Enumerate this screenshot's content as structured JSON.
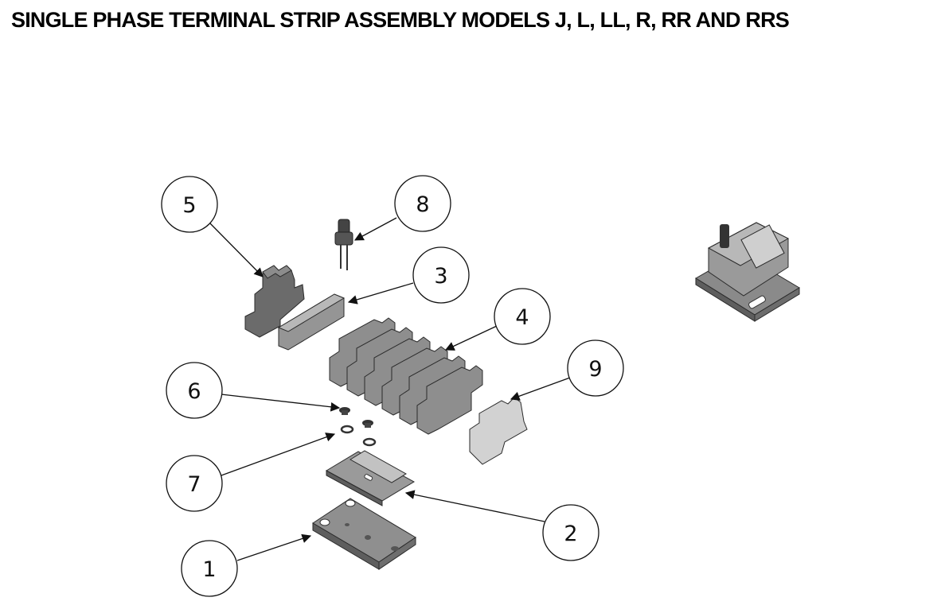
{
  "title": "SINGLE PHASE TERMINAL STRIP ASSEMBLY MODELS J, L, LL, R, RR AND RRS",
  "callouts": [
    "1",
    "2",
    "3",
    "4",
    "5",
    "6",
    "7",
    "8",
    "9"
  ],
  "colors": {
    "part_fill": "#8a8a8a",
    "part_dark": "#5c5c5c",
    "part_light": "#b5b5b5",
    "outline": "#2b2b2b"
  }
}
